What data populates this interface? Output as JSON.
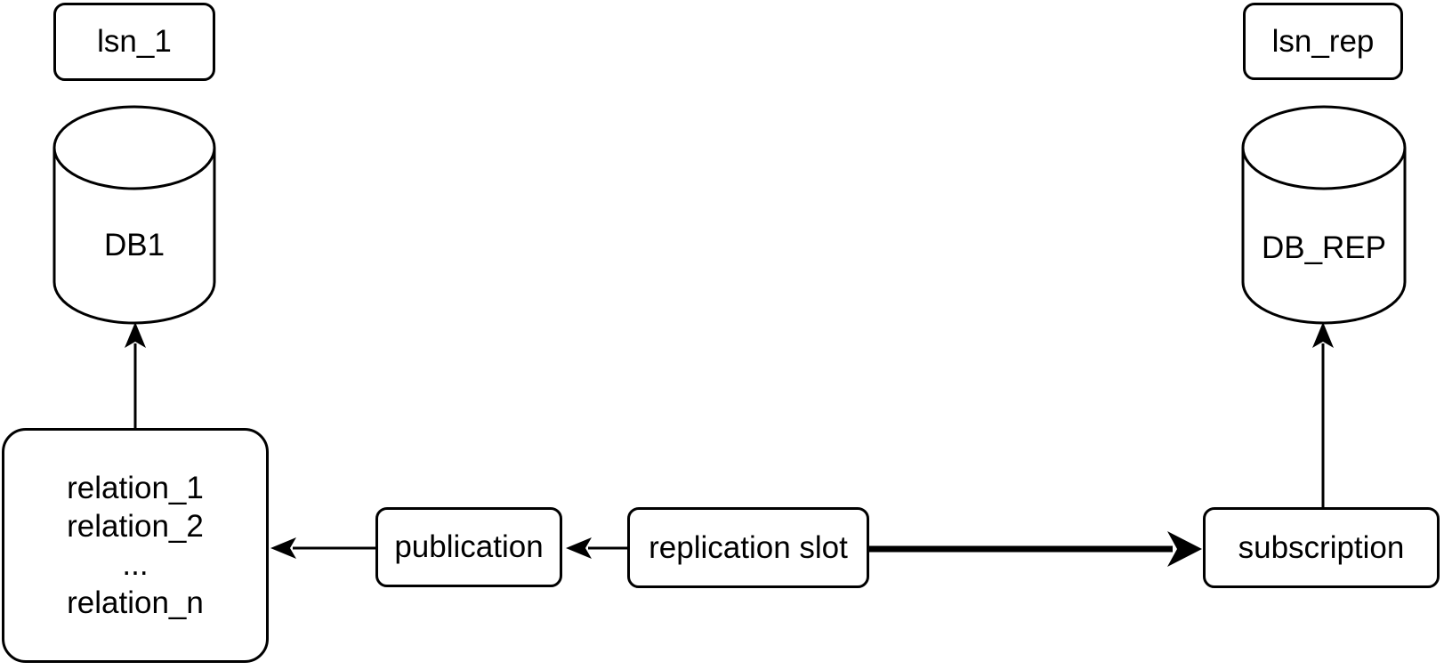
{
  "diagram": {
    "type": "logical-replication-architecture",
    "colors": {
      "background": "#ffffff",
      "stroke": "#000000",
      "text": "#000000",
      "shape_fill": "#ffffff"
    },
    "source": {
      "lsn_label": "lsn_1",
      "database_label": "DB1",
      "relations": [
        "relation_1",
        "relation_2",
        "...",
        "relation_n"
      ]
    },
    "pipeline": {
      "publication_label": "publication",
      "replication_slot_label": "replication slot",
      "subscription_label": "subscription"
    },
    "replica": {
      "lsn_label": "lsn_rep",
      "database_label": "DB_REP"
    },
    "edges": {
      "relations_to_db1": "relations -> DB1",
      "publication_to_relations": "publication -> relations",
      "slot_to_publication": "replication slot -> publication",
      "slot_to_subscription_thick": "replication slot -> subscription",
      "subscription_to_dbrep": "subscription -> DB_REP"
    }
  }
}
